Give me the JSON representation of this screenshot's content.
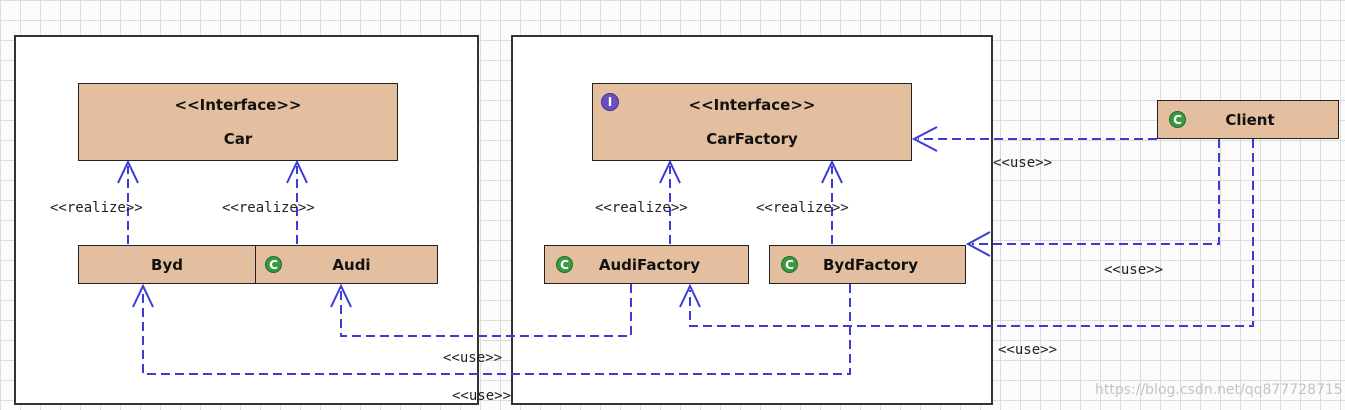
{
  "classes": {
    "car": {
      "stereotype": "<<Interface>>",
      "name": "Car"
    },
    "car_factory": {
      "stereotype": "<<Interface>>",
      "name": "CarFactory",
      "icon": "interface-icon"
    },
    "byd": {
      "name": "Byd"
    },
    "audi": {
      "name": "Audi",
      "icon": "class-icon"
    },
    "audi_factory": {
      "name": "AudiFactory",
      "icon": "class-icon"
    },
    "byd_factory": {
      "name": "BydFactory",
      "icon": "class-icon"
    },
    "client": {
      "name": "Client",
      "icon": "class-icon"
    }
  },
  "icons": {
    "class_letter": "C",
    "interface_letter": "I"
  },
  "labels": {
    "realize": "<<realize>>",
    "use": "<<use>>"
  },
  "colors": {
    "class_fill": "#e3bf9f",
    "dependency_line": "#3b3bd6",
    "class_icon": "#3a9a43",
    "interface_icon": "#6b4fbf"
  },
  "watermark": "https://blog.csdn.net/qq877728715"
}
